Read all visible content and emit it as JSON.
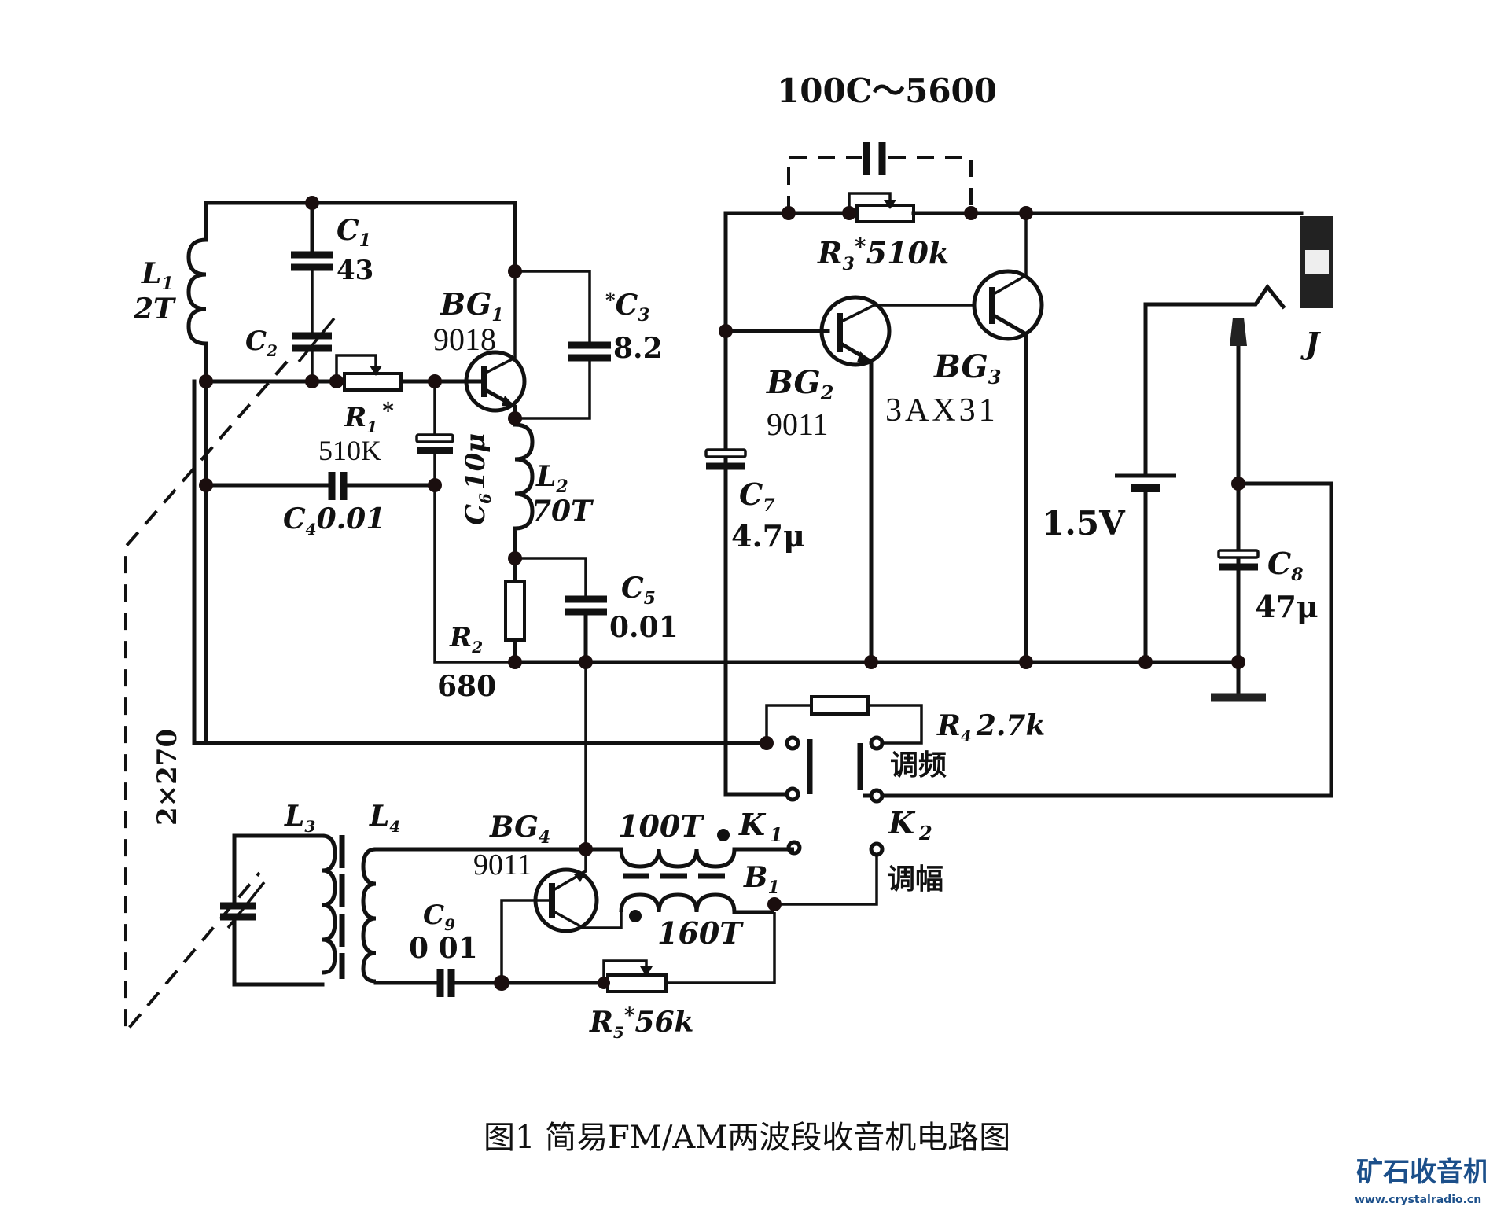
{
  "caption": "图1  简易FM/AM两波段收音机电路图",
  "watermark": {
    "title": "矿石收音机",
    "url": "www.crystalradio.cn",
    "color": "#1b4f8a"
  },
  "components": {
    "L1": {
      "name": "L",
      "sub": "1",
      "value": "2T"
    },
    "C1": {
      "name": "C",
      "sub": "1",
      "value": "43"
    },
    "C2": {
      "name": "C",
      "sub": "2"
    },
    "BG1": {
      "name": "BG",
      "sub": "1",
      "model": "9018"
    },
    "C3": {
      "name": "C",
      "sub": "3",
      "star": "*",
      "value": "8.2"
    },
    "R1": {
      "name": "R",
      "sub": "1",
      "star": "*",
      "value": "510K"
    },
    "C6": {
      "name": "C",
      "sub": "6",
      "value": "10μ"
    },
    "L2": {
      "name": "L",
      "sub": "2",
      "value": "70T"
    },
    "C4": {
      "name": "C",
      "sub": "4",
      "value": "0.01"
    },
    "C5": {
      "name": "C",
      "sub": "5",
      "value": "0.01"
    },
    "R2": {
      "name": "R",
      "sub": "2",
      "value": "680"
    },
    "Cf": {
      "value": "100C～5600"
    },
    "R3": {
      "name": "R",
      "sub": "3",
      "star": "*",
      "value": "510k"
    },
    "BG2": {
      "name": "BG",
      "sub": "2",
      "model": "9011"
    },
    "BG3": {
      "name": "BG",
      "sub": "3",
      "model": "3AX31"
    },
    "C7": {
      "name": "C",
      "sub": "7",
      "value": "4.7μ"
    },
    "BAT": {
      "value": "1.5V"
    },
    "C8": {
      "name": "C",
      "sub": "8",
      "value": "47μ"
    },
    "J": {
      "name": "J"
    },
    "R4": {
      "name": "R",
      "sub": "4",
      "value": "2.7k"
    },
    "K1": {
      "name": "K",
      "sub": "1"
    },
    "K2": {
      "name": "K",
      "sub": "2"
    },
    "FM": {
      "label": "调频"
    },
    "AM": {
      "label": "调幅"
    },
    "GANG": {
      "value": "2×270"
    },
    "L3": {
      "name": "L",
      "sub": "3"
    },
    "L4": {
      "name": "L",
      "sub": "4"
    },
    "BG4": {
      "name": "BG",
      "sub": "4",
      "model": "9011"
    },
    "B1": {
      "name": "B",
      "sub": "1",
      "primary": "100T",
      "secondary": "160T"
    },
    "C9": {
      "name": "C",
      "sub": "9",
      "value": "0 01"
    },
    "R5": {
      "name": "R",
      "sub": "5",
      "star": "*",
      "value": "56k"
    }
  }
}
